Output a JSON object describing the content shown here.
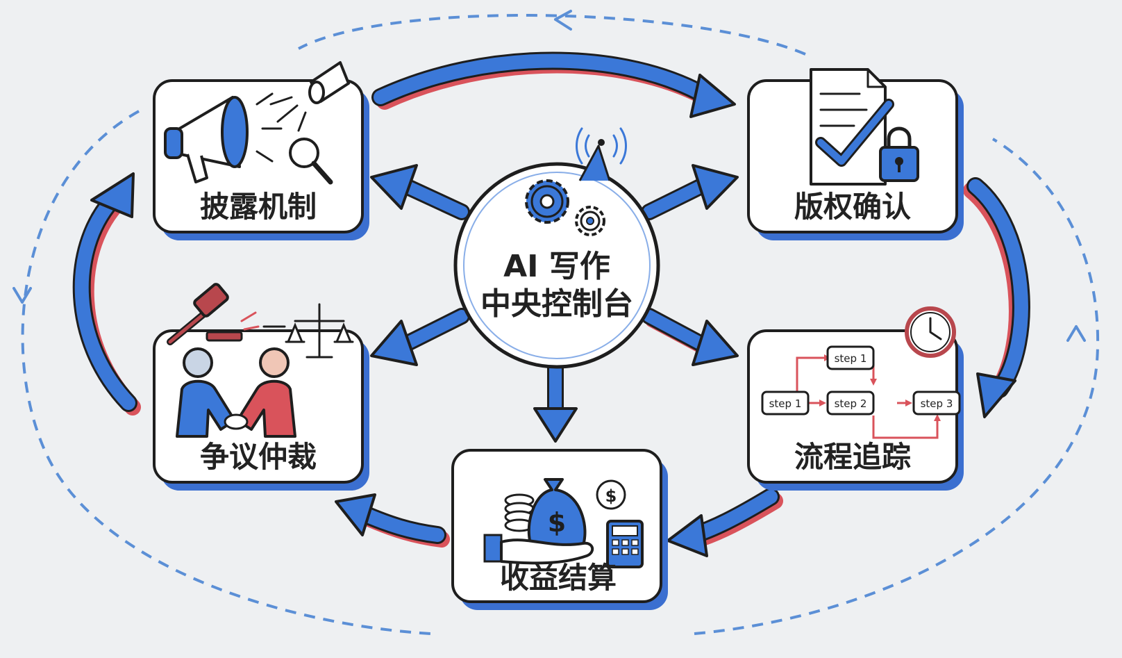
{
  "center": {
    "line1": "AI 写作",
    "line2": "中央控制台"
  },
  "nodes": {
    "disclosure": {
      "label": "披露机制"
    },
    "copyright": {
      "label": "版权确认"
    },
    "tracking": {
      "label": "流程追踪"
    },
    "settlement": {
      "label": "收益结算"
    },
    "arbitration": {
      "label": "争议仲裁"
    }
  },
  "flow_steps": [
    "step 1",
    "step 1",
    "step 2",
    "step 3"
  ],
  "colors": {
    "arrow_blue": "#3b78d8",
    "arrow_shadow": "#d9535b",
    "outline": "#1e1e1e",
    "dashed_ring": "#5b8fd6",
    "background": "#eef0f2"
  }
}
